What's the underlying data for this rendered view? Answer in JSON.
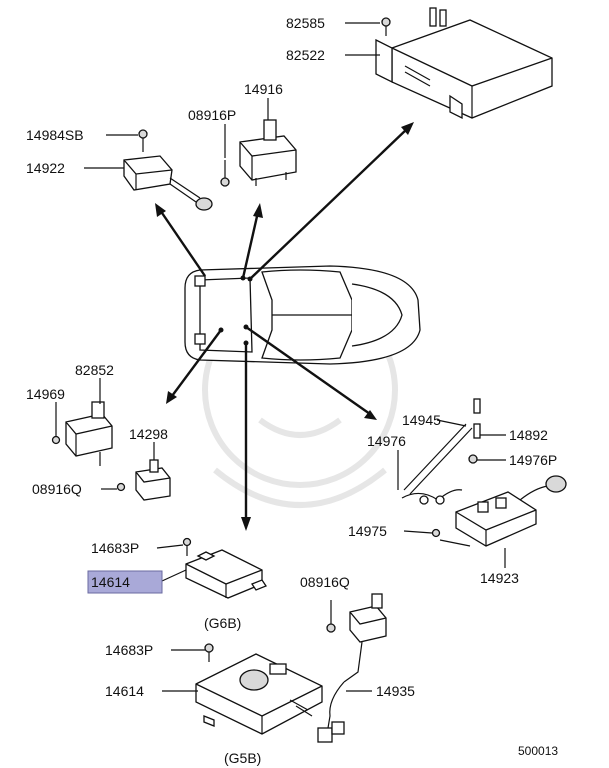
{
  "labels": {
    "p82585": "82585",
    "p82522": "82522",
    "p14916": "14916",
    "p08916p": "08916P",
    "p14984sb": "14984SB",
    "p14922": "14922",
    "p82852": "82852",
    "p14969": "14969",
    "p14298": "14298",
    "p08916q_left": "08916Q",
    "p14945": "14945",
    "p14976": "14976",
    "p14892": "14892",
    "p14976p": "14976P",
    "p14975": "14975",
    "p14923": "14923",
    "p14683p_top": "14683P",
    "p14614_top": "14614",
    "g6b": "(G6B)",
    "p08916q_mid": "08916Q",
    "p14683p_bottom": "14683P",
    "p14614_bottom": "14614",
    "p14935": "14935",
    "g5b": "(G5B)",
    "diagram_number": "500013"
  },
  "colors": {
    "highlight": "#a9a9d8",
    "line": "#111111",
    "watermark": "#e6e6e6"
  }
}
